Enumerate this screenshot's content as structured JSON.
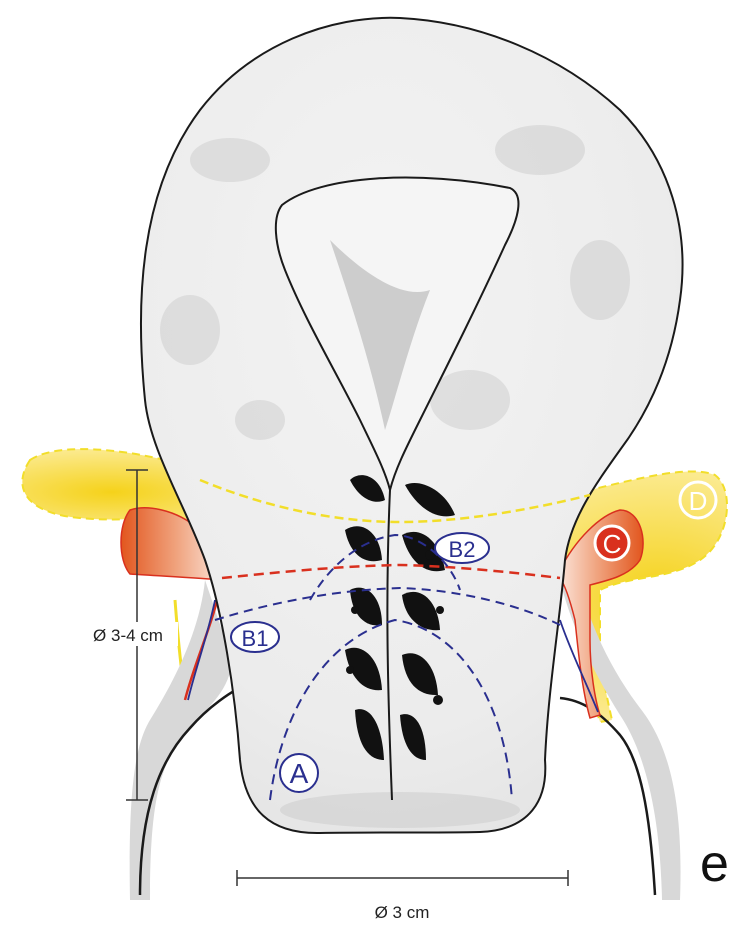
{
  "labels": {
    "A": "A",
    "B1": "B1",
    "B2": "B2",
    "C": "C",
    "D": "D"
  },
  "measurements": {
    "vertical": "Ø 3-4 cm",
    "horizontal": "Ø 3 cm"
  },
  "edge_text": "e",
  "colors": {
    "zone_a": "#2a2f8f",
    "zone_b": "#2a2f8f",
    "zone_c": "#d9301e",
    "zone_d": "#f2de2a",
    "outline": "#1a1a1a"
  }
}
